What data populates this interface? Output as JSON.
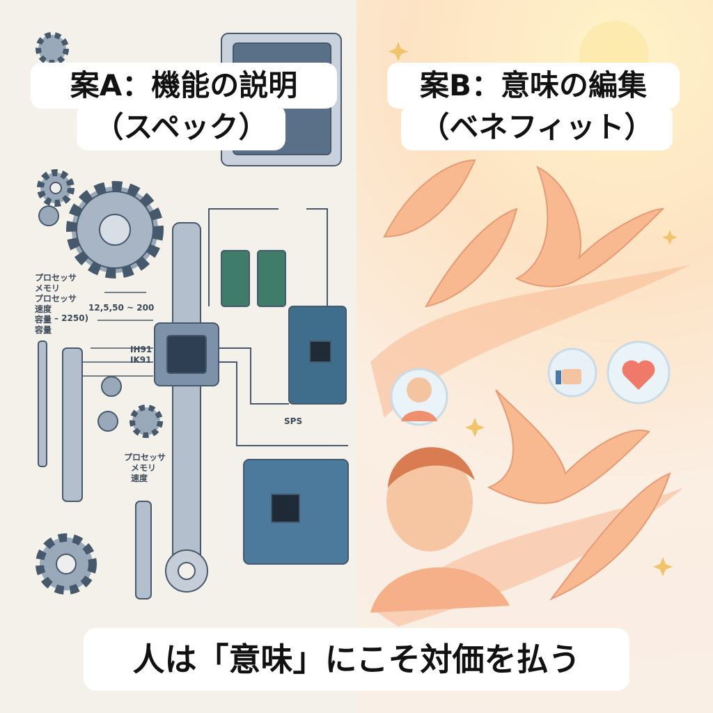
{
  "panel_a": {
    "title_line1": "案A：機能の説明",
    "title_line2": "（スペック）",
    "labels": [
      "プロセッサ",
      "メモリ",
      "プロセッサ",
      "速度",
      "12,5,50 ~ 200",
      "容量",
      "– 2250)",
      "容量",
      "IH91",
      "IK91",
      "SPS",
      "プロセッサ",
      "メモリ",
      "速度"
    ]
  },
  "panel_b": {
    "title_line1": "案B：意味の編集",
    "title_line2": "（ベネフィット）"
  },
  "caption": "人は「意味」にこそ対価を払う",
  "colors": {
    "metal": "#8a9bb0",
    "circuit": "#3f6e8c",
    "warm": "#f5a77a",
    "accent": "#f1c46a"
  },
  "icons": [
    "gear-icon",
    "chip-icon",
    "circuit-board-icon",
    "bird-icon",
    "feather-icon",
    "thumbs-up-icon",
    "heart-icon",
    "smiling-person-icon",
    "sparkle-icon",
    "sun-icon"
  ]
}
